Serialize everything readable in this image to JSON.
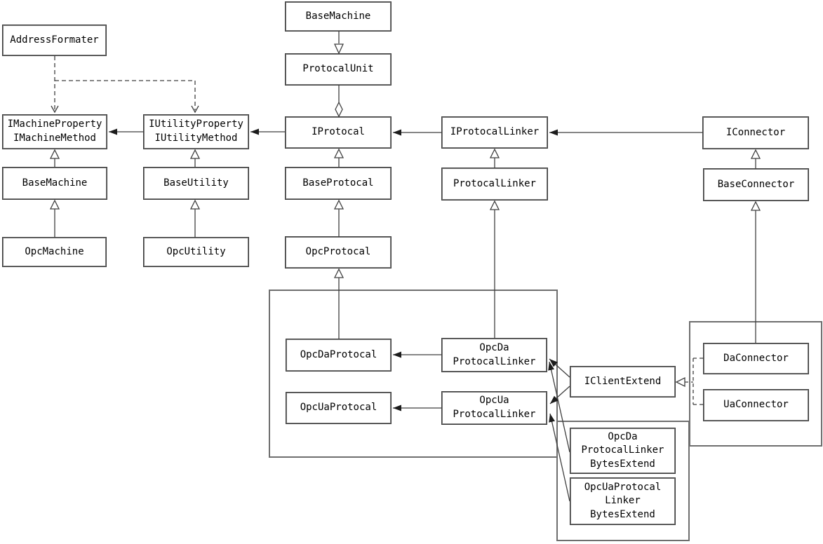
{
  "diagram": {
    "type": "uml-class-diagram",
    "background_color": "#ffffff",
    "box_border_color": "#6e6e6e",
    "line_color": "#3f3f3f",
    "text_color": "#000000",
    "nodes": {
      "address_formater": {
        "label": "AddressFormater"
      },
      "imachine": {
        "label": "IMachineProperty\nIMachineMethod"
      },
      "iutility": {
        "label": "IUtilityProperty\nIUtilityMethod"
      },
      "base_machine_top": {
        "label": "BaseMachine"
      },
      "protocal_unit": {
        "label": "ProtocalUnit"
      },
      "iprotocal": {
        "label": "IProtocal"
      },
      "iprotocal_linker": {
        "label": "IProtocalLinker"
      },
      "iconnector": {
        "label": "IConnector"
      },
      "base_machine": {
        "label": "BaseMachine"
      },
      "base_utility": {
        "label": "BaseUtility"
      },
      "base_protocal": {
        "label": "BaseProtocal"
      },
      "protocal_linker": {
        "label": "ProtocalLinker"
      },
      "base_connector": {
        "label": "BaseConnector"
      },
      "opc_machine": {
        "label": "OpcMachine"
      },
      "opc_utility": {
        "label": "OpcUtility"
      },
      "opc_protocal": {
        "label": "OpcProtocal"
      },
      "opc_da_protocal": {
        "label": "OpcDaProtocal"
      },
      "opc_ua_protocal": {
        "label": "OpcUaProtocal"
      },
      "opc_da_linker": {
        "label": "OpcDa\nProtocalLinker"
      },
      "opc_ua_linker": {
        "label": "OpcUa\nProtocalLinker"
      },
      "iclient_extend": {
        "label": "IClientExtend"
      },
      "da_connector": {
        "label": "DaConnector"
      },
      "ua_connector": {
        "label": "UaConnector"
      },
      "opc_da_linker_bytes": {
        "label": "OpcDa\nProtocalLinker\nBytesExtend"
      },
      "opc_ua_linker_bytes": {
        "label": "OpcUaProtocal\nLinker\nBytesExtend"
      }
    },
    "groups": [
      "opc-protocal-and-linker-group",
      "connector-group",
      "bytes-extend-group"
    ],
    "relations": [
      {
        "from": "BaseMachine (top)",
        "to": "ProtocalUnit",
        "type": "generalization-arrow-down"
      },
      {
        "from": "ProtocalUnit",
        "to": "IProtocal",
        "type": "aggregation-diamond"
      },
      {
        "from": "IProtocal",
        "to": "IUtilityProperty IUtilityMethod",
        "type": "directed-association"
      },
      {
        "from": "IUtilityProperty IUtilityMethod",
        "to": "IMachineProperty IMachineMethod",
        "type": "directed-association"
      },
      {
        "from": "IProtocalLinker",
        "to": "IProtocal",
        "type": "directed-association"
      },
      {
        "from": "IConnector",
        "to": "IProtocalLinker",
        "type": "directed-association"
      },
      {
        "from": "AddressFormater",
        "to": "IMachineProperty IMachineMethod",
        "type": "dashed-dependency"
      },
      {
        "from": "AddressFormater",
        "to": "IUtilityProperty IUtilityMethod",
        "type": "dashed-dependency"
      },
      {
        "from": "BaseMachine",
        "to": "IMachineProperty IMachineMethod",
        "type": "generalization"
      },
      {
        "from": "BaseUtility",
        "to": "IUtilityProperty IUtilityMethod",
        "type": "generalization"
      },
      {
        "from": "BaseProtocal",
        "to": "IProtocal",
        "type": "generalization"
      },
      {
        "from": "ProtocalLinker",
        "to": "IProtocalLinker",
        "type": "generalization"
      },
      {
        "from": "BaseConnector",
        "to": "IConnector",
        "type": "generalization"
      },
      {
        "from": "OpcMachine",
        "to": "BaseMachine",
        "type": "generalization"
      },
      {
        "from": "OpcUtility",
        "to": "BaseUtility",
        "type": "generalization"
      },
      {
        "from": "OpcProtocal",
        "to": "BaseProtocal",
        "type": "generalization"
      },
      {
        "from": "OpcDaProtocal",
        "to": "OpcProtocal",
        "type": "generalization"
      },
      {
        "from": "OpcDa ProtocalLinker",
        "to": "ProtocalLinker",
        "type": "generalization"
      },
      {
        "from": "DaConnector",
        "to": "BaseConnector",
        "type": "generalization"
      },
      {
        "from": "OpcDa ProtocalLinker",
        "to": "OpcDaProtocal",
        "type": "directed-association"
      },
      {
        "from": "OpcUa ProtocalLinker",
        "to": "OpcUaProtocal",
        "type": "directed-association"
      },
      {
        "from": "IClientExtend",
        "to": "OpcDa ProtocalLinker",
        "type": "directed-association"
      },
      {
        "from": "IClientExtend",
        "to": "OpcUa ProtocalLinker",
        "type": "directed-association"
      },
      {
        "from": "OpcDa ProtocalLinker BytesExtend",
        "to": "OpcDa ProtocalLinker",
        "type": "directed-association"
      },
      {
        "from": "OpcUaProtocal Linker BytesExtend",
        "to": "OpcUa ProtocalLinker",
        "type": "directed-association"
      },
      {
        "from": "DaConnector",
        "to": "IClientExtend",
        "type": "dashed-realization"
      },
      {
        "from": "UaConnector",
        "to": "IClientExtend",
        "type": "dashed-realization"
      }
    ]
  }
}
